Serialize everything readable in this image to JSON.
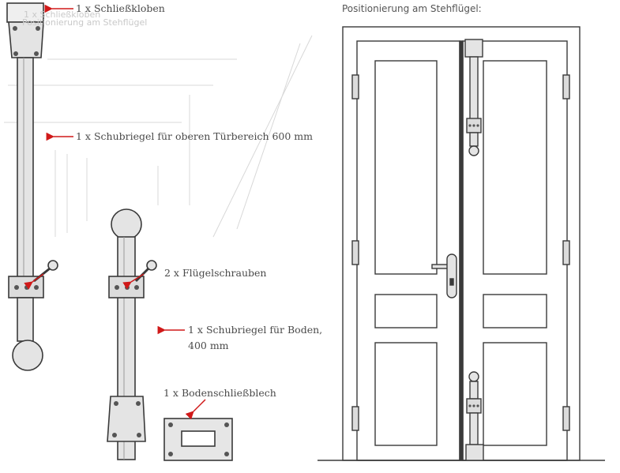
{
  "labels": {
    "schliesskloben": "1 x Schließkloben",
    "schubriegel_oben": "1 x Schubriegel für oberen Türbereich 600 mm",
    "fluegelschrauben": "2 x Flügelschrauben",
    "schubriegel_boden_1": "1 x Schubriegel für Boden,",
    "schubriegel_boden_2": "400 mm",
    "bodenschliessblech": "1 x Bodenschließblech"
  },
  "door_title": "Positionierung am Stehflügel:",
  "ghost_text": {
    "line1": "1 x Schließkloben",
    "line2": "Positionierung am Stehflügel"
  },
  "colors": {
    "arrow": "#d01919",
    "line": "#3a3a3a",
    "fill": "#e4e4e4",
    "hole": "#555555"
  }
}
